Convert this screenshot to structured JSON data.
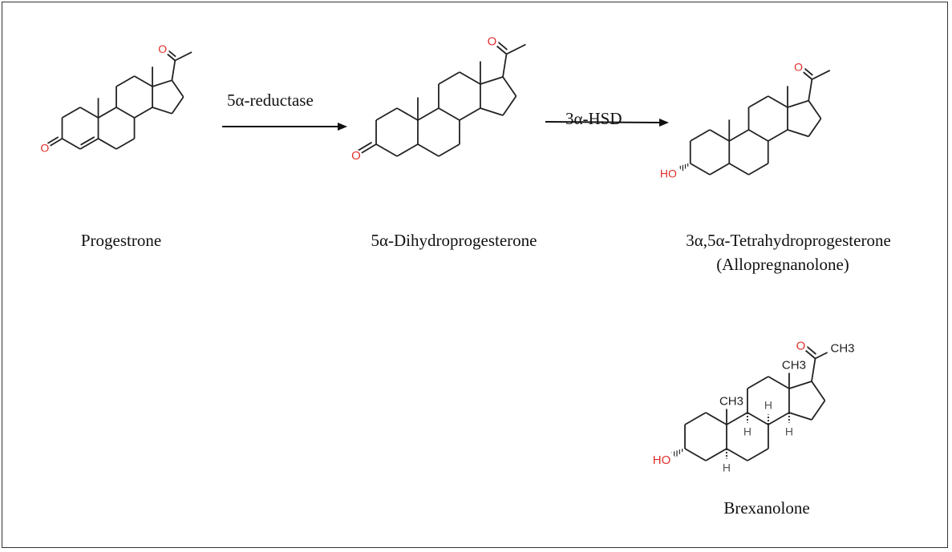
{
  "arrows": [
    {
      "label": "5α-reductase"
    },
    {
      "label": "3α-HSD"
    }
  ],
  "compounds": [
    {
      "name": "Progestrone",
      "substituent_labels": [
        "O",
        "O"
      ]
    },
    {
      "name": "5α-Dihydroprogesterone",
      "substituent_labels": [
        "O",
        "O"
      ]
    },
    {
      "name": "3α,5α-Tetrahydroprogesterone",
      "alias": "(Allopregnanolone)",
      "substituent_labels": [
        "HO",
        "O"
      ]
    },
    {
      "name": "Brexanolone",
      "substituent_labels": [
        "HO",
        "O",
        "CH3",
        "CH3",
        "CH3",
        "H",
        "H",
        "H",
        "H"
      ]
    }
  ],
  "colors": {
    "heteroatom": "#e0302b",
    "bond": "#222222",
    "frame": "#333333"
  }
}
